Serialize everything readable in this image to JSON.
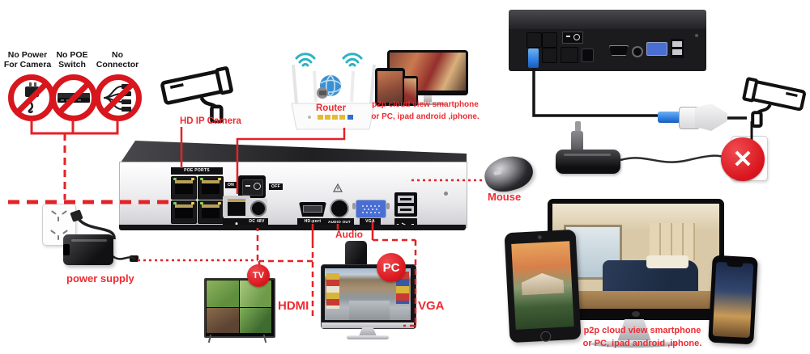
{
  "colors": {
    "line_red": "#e32227",
    "text_red": "#ee2b31",
    "badge_red": "#d8141c",
    "wifi_teal": "#2ab3c4",
    "vga_blue": "#4a6fd4"
  },
  "prohibitions": {
    "x_mark": "✕",
    "items": [
      {
        "line1": "No Power",
        "line2": "For Camera"
      },
      {
        "line1": "No POE",
        "line2": "Switch"
      },
      {
        "line1": "No",
        "line2": "Connector"
      }
    ]
  },
  "labels": {
    "ip_camera": "HD IP Camera",
    "router": "Router",
    "mouse": "Mouse",
    "power_supply": "power supply",
    "audio": "Audio",
    "hdmi": "HDMI",
    "vga": "VGA",
    "tv_badge": "TV",
    "pc_badge": "PC"
  },
  "p2p_top": {
    "line1": "p2p cloud  view smartphone",
    "line2": "or PC, ipad android ,iphone."
  },
  "p2p_bottom": {
    "line1": "p2p cloud  view smartphone",
    "line2": "or PC, ipad android ,iphone."
  },
  "nvr_front_panel": {
    "poe_ports": "POE PORTS",
    "on": "ON",
    "off": "OFF",
    "dc": "DC 48V",
    "hdmi_port": "HD-port",
    "audio_out": "AUDIO OUT",
    "vga_port": "VGA"
  }
}
